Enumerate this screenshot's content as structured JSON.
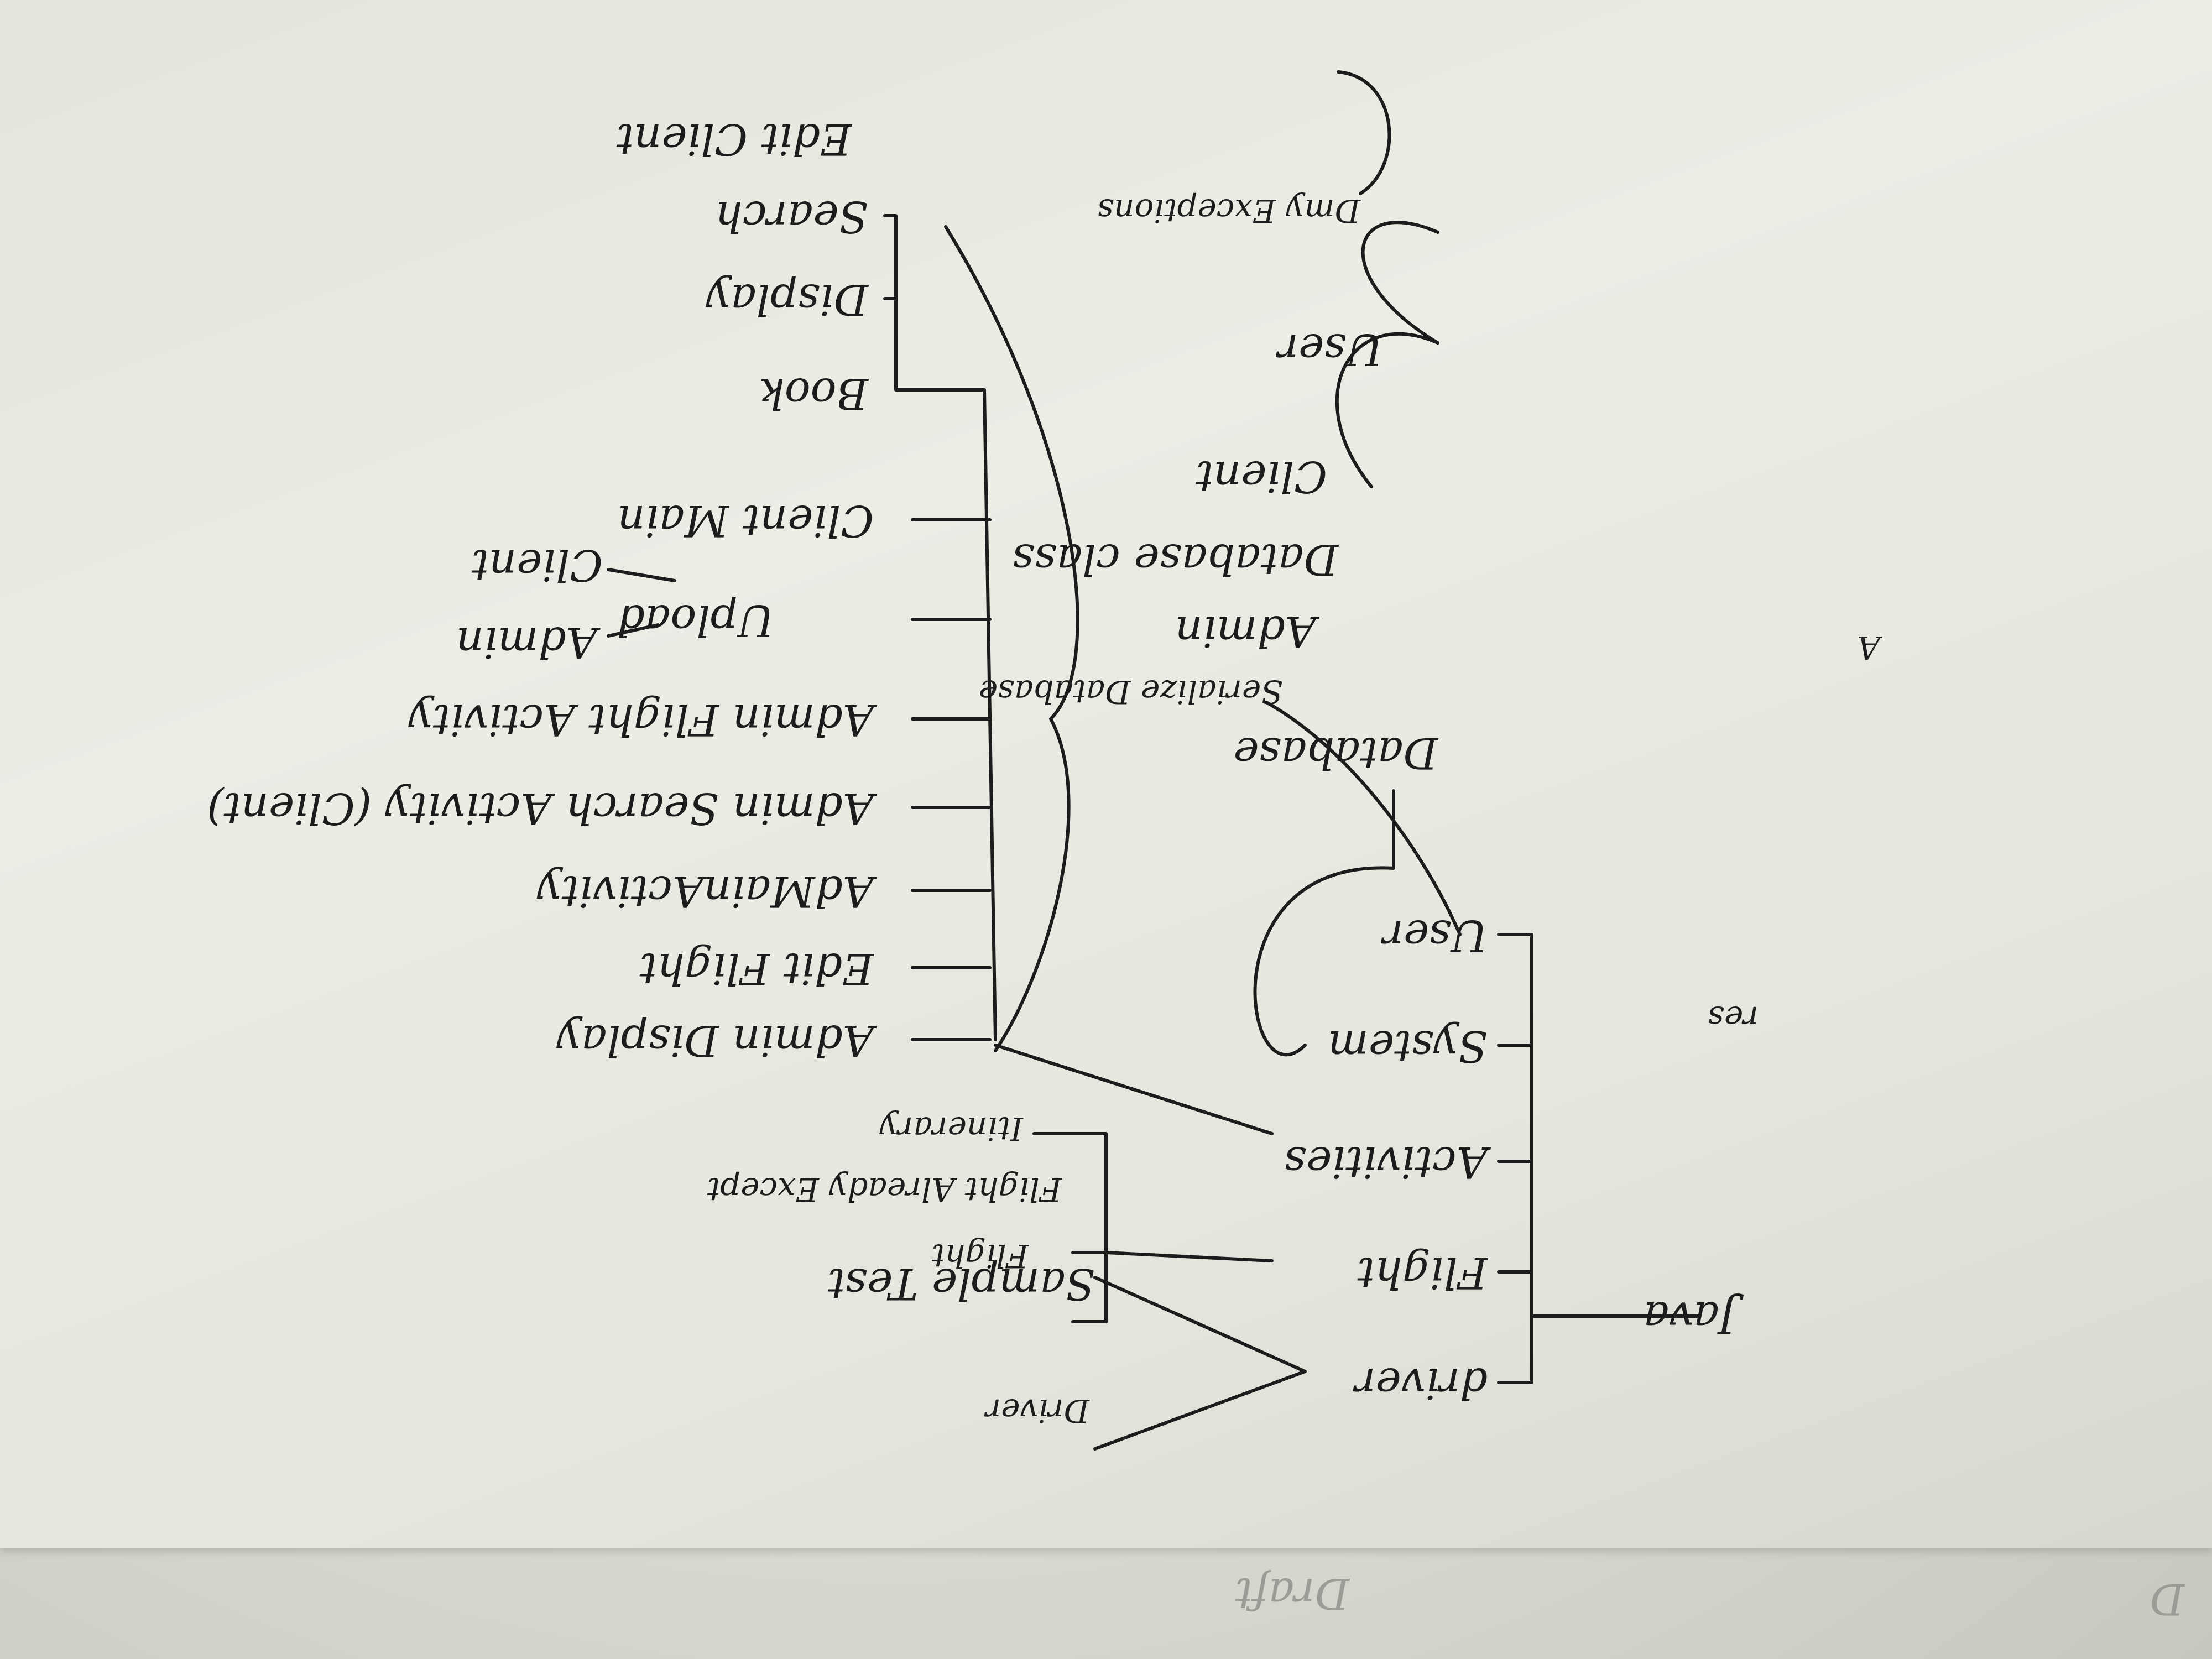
{
  "root": "Java",
  "packages": [
    {
      "name": "driver",
      "children": [
        "Driver",
        "Sample Test"
      ]
    },
    {
      "name": "Flight",
      "children": [
        "Flight",
        "Flight Already Except",
        "Itinerary"
      ]
    },
    {
      "name": "Activities",
      "children": [
        "Admin Display",
        "Edit Flight",
        "AdMainActivity",
        "Admin Search Activity (Client)",
        "Admin Flight Activity",
        "Upload",
        "Client Main",
        "Book",
        "Display",
        "Search",
        "Edit Client"
      ]
    },
    {
      "name": "System",
      "children": [
        "Database"
      ]
    },
    {
      "name": "User",
      "children": [
        "Admin",
        "Client",
        "User",
        "Dmy Exceptions"
      ]
    }
  ],
  "upload_targets": [
    "Client",
    "Admin"
  ],
  "database_children": [
    "Serialize Database",
    "Database class"
  ],
  "notes": {
    "res": "res",
    "margin_letter": "A",
    "corner_letter": "D",
    "bottom_text": "Draft"
  },
  "colors": {
    "ink": "#1c1c1c",
    "paper": "#ececE5"
  }
}
